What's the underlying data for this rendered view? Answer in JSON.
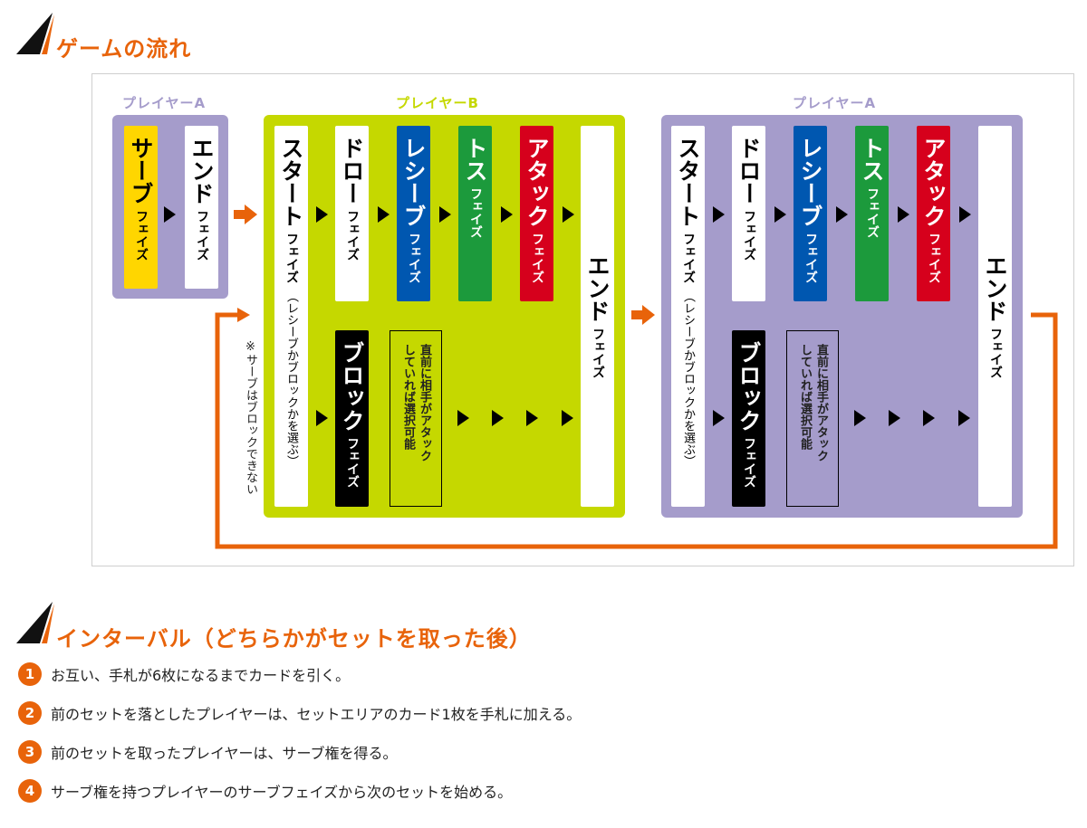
{
  "section1": {
    "title": "ゲームの流れ"
  },
  "diagram": {
    "player_a_label": "プレイヤーA",
    "player_b_label": "プレイヤーB",
    "phase_suffix": "フェイズ",
    "serve": "サーブ",
    "end": "エンド",
    "start": "スタート",
    "start_note": "（レシーブかブロックかを選ぶ）",
    "draw": "ドロー",
    "receive": "レシーブ",
    "toss": "トス",
    "attack": "アタック",
    "block": "ブロック",
    "block_note_line1": "直前に相手がアタック",
    "block_note_line2": "していれば選択可能",
    "serve_note": "※サーブはブロックできない",
    "colors": {
      "orange": "#e8630a",
      "purple": "#a59ccb",
      "green": "#c5d800",
      "yellow": "#ffd600",
      "blue": "#0057b0",
      "tossgreen": "#1c9a3c",
      "red": "#d6001c"
    }
  },
  "section2": {
    "title": "インターバル（どちらかがセットを取った後）",
    "items": [
      {
        "num": "1",
        "text": "お互い、手札が6枚になるまでカードを引く。"
      },
      {
        "num": "2",
        "text": "前のセットを落としたプレイヤーは、セットエリアのカード1枚を手札に加える。"
      },
      {
        "num": "3",
        "text": "前のセットを取ったプレイヤーは、サーブ権を得る。"
      },
      {
        "num": "4",
        "text": "サーブ権を持つプレイヤーのサーブフェイズから次のセットを始める。"
      }
    ]
  }
}
